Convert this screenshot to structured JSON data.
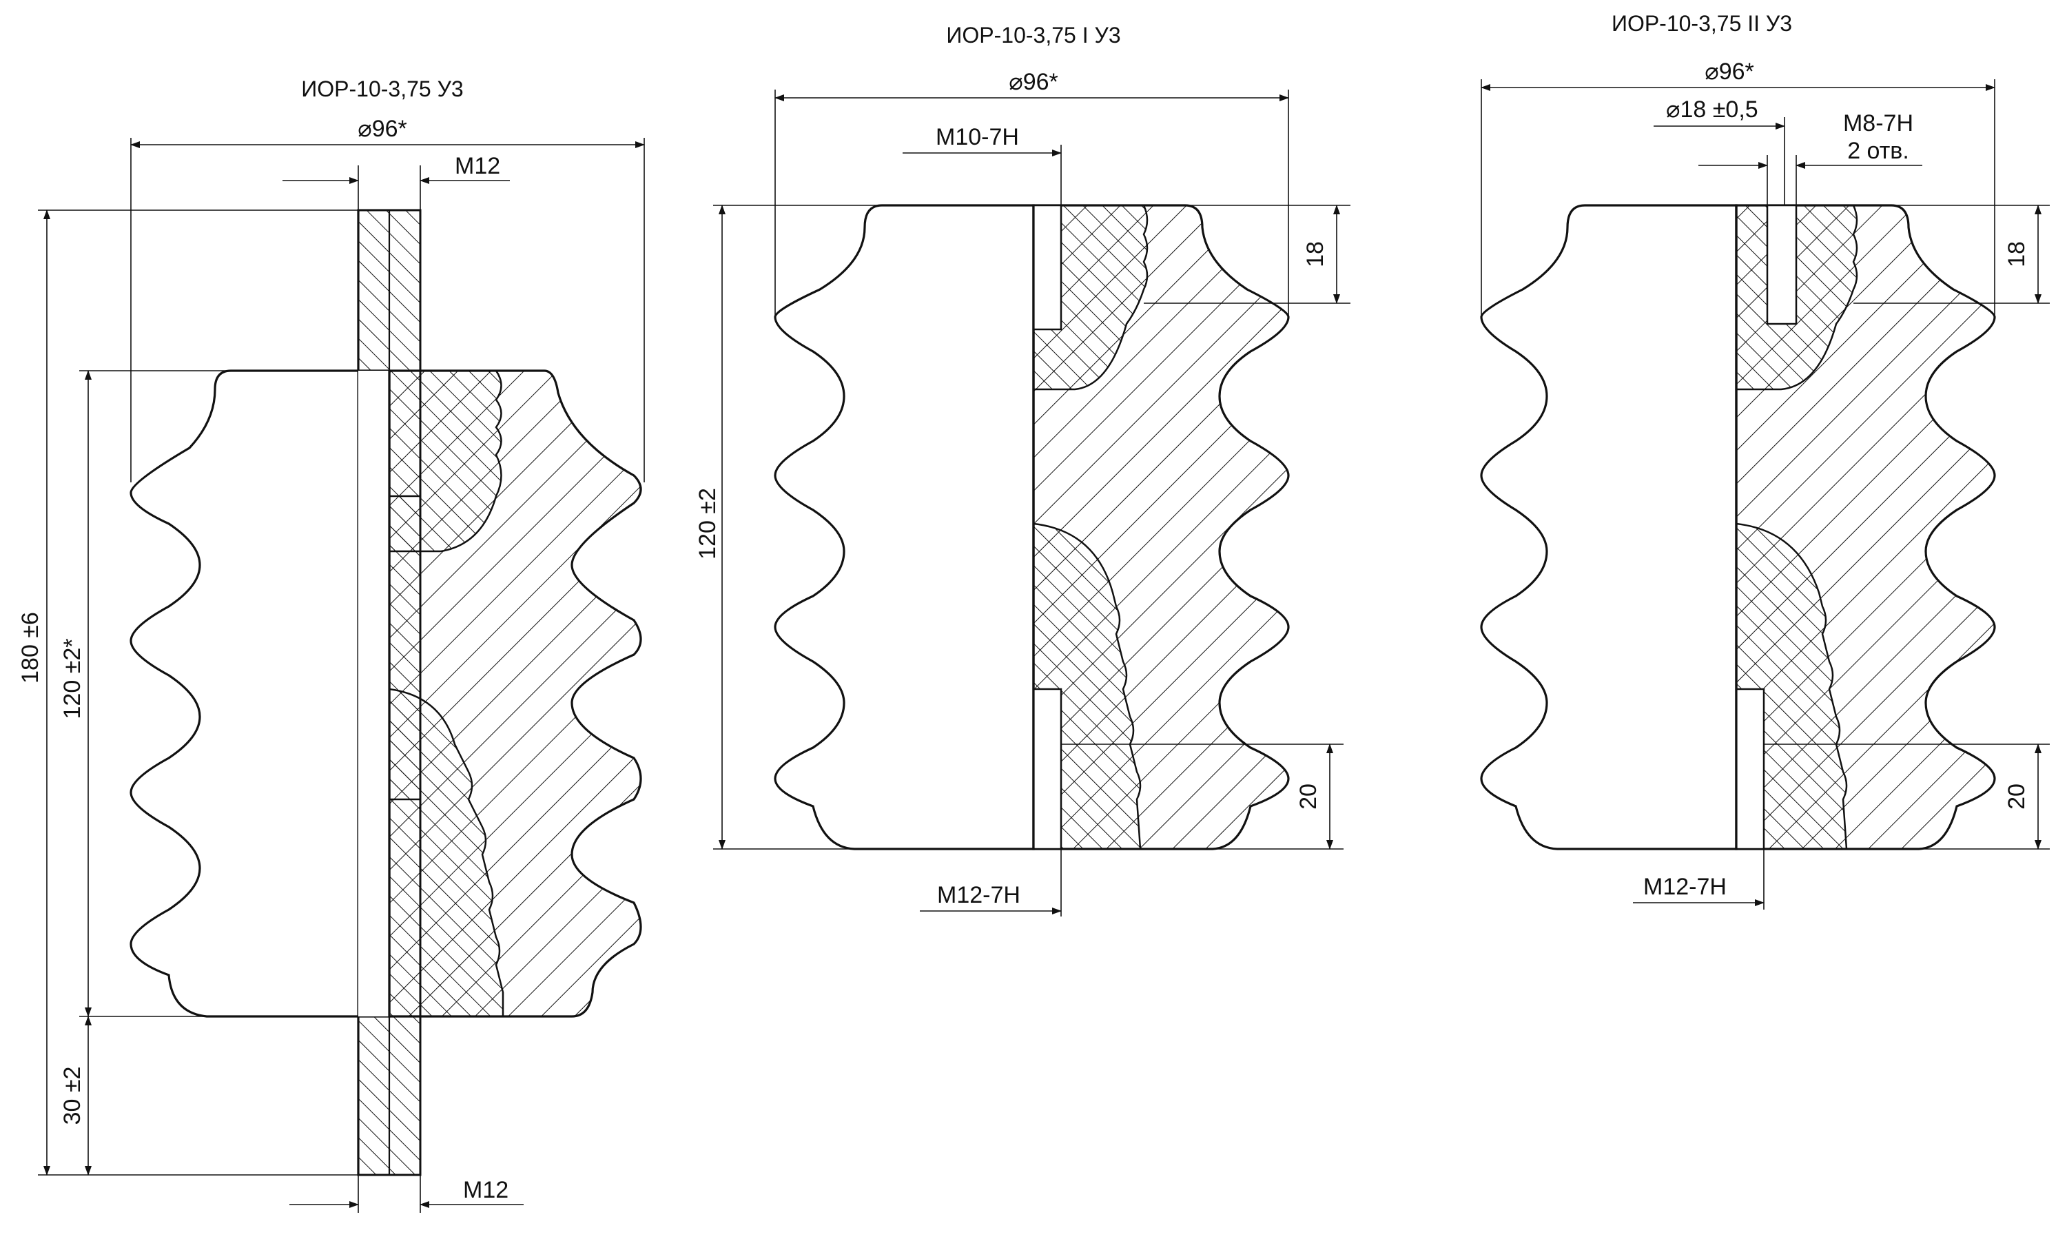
{
  "figures": [
    {
      "title": "ИОР-10-3,75 У3",
      "dims": {
        "diameter": "96*",
        "top_thread": "M12",
        "bottom_thread": "M12",
        "overall_height": "180 ±6",
        "body_height": "120 ±2*",
        "stud_length": "30 ±2"
      }
    },
    {
      "title": "ИОР-10-3,75 I У3",
      "dims": {
        "diameter": "96*",
        "top_thread": "M10-7H",
        "bottom_thread": "M12-7H",
        "body_height": "120 ±2",
        "top_depth": "18",
        "bottom_depth": "20"
      }
    },
    {
      "title": "ИОР-10-3,75 II У3",
      "dims": {
        "diameter": "96*",
        "hole_circle": "18 ±0,5",
        "top_thread": "M8-7H",
        "top_thread_note": "2 отв.",
        "bottom_thread": "M12-7H",
        "top_depth": "18",
        "bottom_depth": "20"
      }
    }
  ],
  "symbols": {
    "diameter": "⌀"
  }
}
